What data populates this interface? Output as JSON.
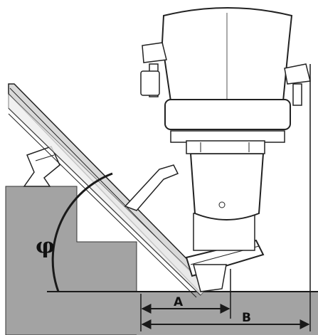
{
  "labels": {
    "angle": "φ",
    "dimension_a": "A",
    "dimension_b": "B"
  },
  "colors": {
    "stairs": "#a3a3a3",
    "floor": "#a3a3a3",
    "line": "#1a1a1a",
    "rail_shade": "#d9d9d9"
  }
}
